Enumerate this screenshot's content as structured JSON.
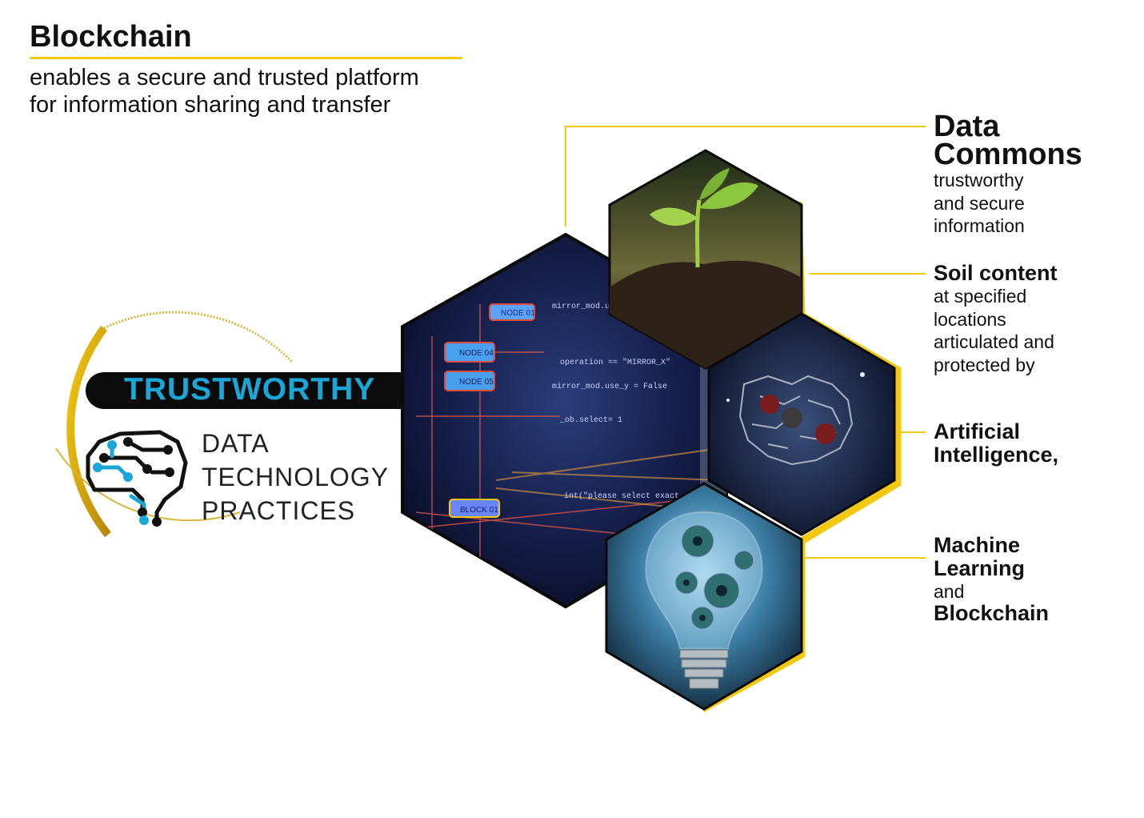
{
  "header": {
    "title": "Blockchain",
    "subtitle_line1": "enables a secure and trusted platform",
    "subtitle_line2": "for information sharing and transfer"
  },
  "badge": {
    "title": "TRUSTWORTHY",
    "lines": [
      "DATA",
      "TECHNOLOGY",
      "PRACTICES"
    ]
  },
  "labels": {
    "data_commons": {
      "heading_line1": "Data",
      "heading_line2": "Commons",
      "body": [
        "trustworthy",
        "and secure",
        "information"
      ]
    },
    "soil_content": {
      "heading": "Soil content",
      "body": [
        "at specified",
        "locations",
        "articulated and",
        "protected by"
      ]
    },
    "artificial_intelligence": {
      "heading_line1": "Artificial",
      "heading_line2": "Intelligence,"
    },
    "machine_learning": {
      "heading_line1": "Machine",
      "heading_line2": "Learning",
      "conjunction": "and",
      "heading_line3": "Blockchain"
    }
  },
  "code_panel": {
    "nodes": [
      "NODE 01",
      "NODE 04",
      "NODE 05",
      "BLOCK 01"
    ],
    "code_lines": [
      "mirror_mod.use_x = True",
      "operation == \"MIRROR_X\"",
      "mirror_mod.use_y = False",
      "_ob.select= 1",
      "int(\"please select exact"
    ]
  },
  "colors": {
    "accent_yellow": "#f2c811",
    "trust_blue": "#1aa6d6",
    "ink": "#111111"
  },
  "icons": {
    "brain": "brain-circuit-icon",
    "sprout": "sprout-icon",
    "ai_brain": "circuit-brain-icon",
    "lightbulb": "lightbulb-gears-icon"
  }
}
